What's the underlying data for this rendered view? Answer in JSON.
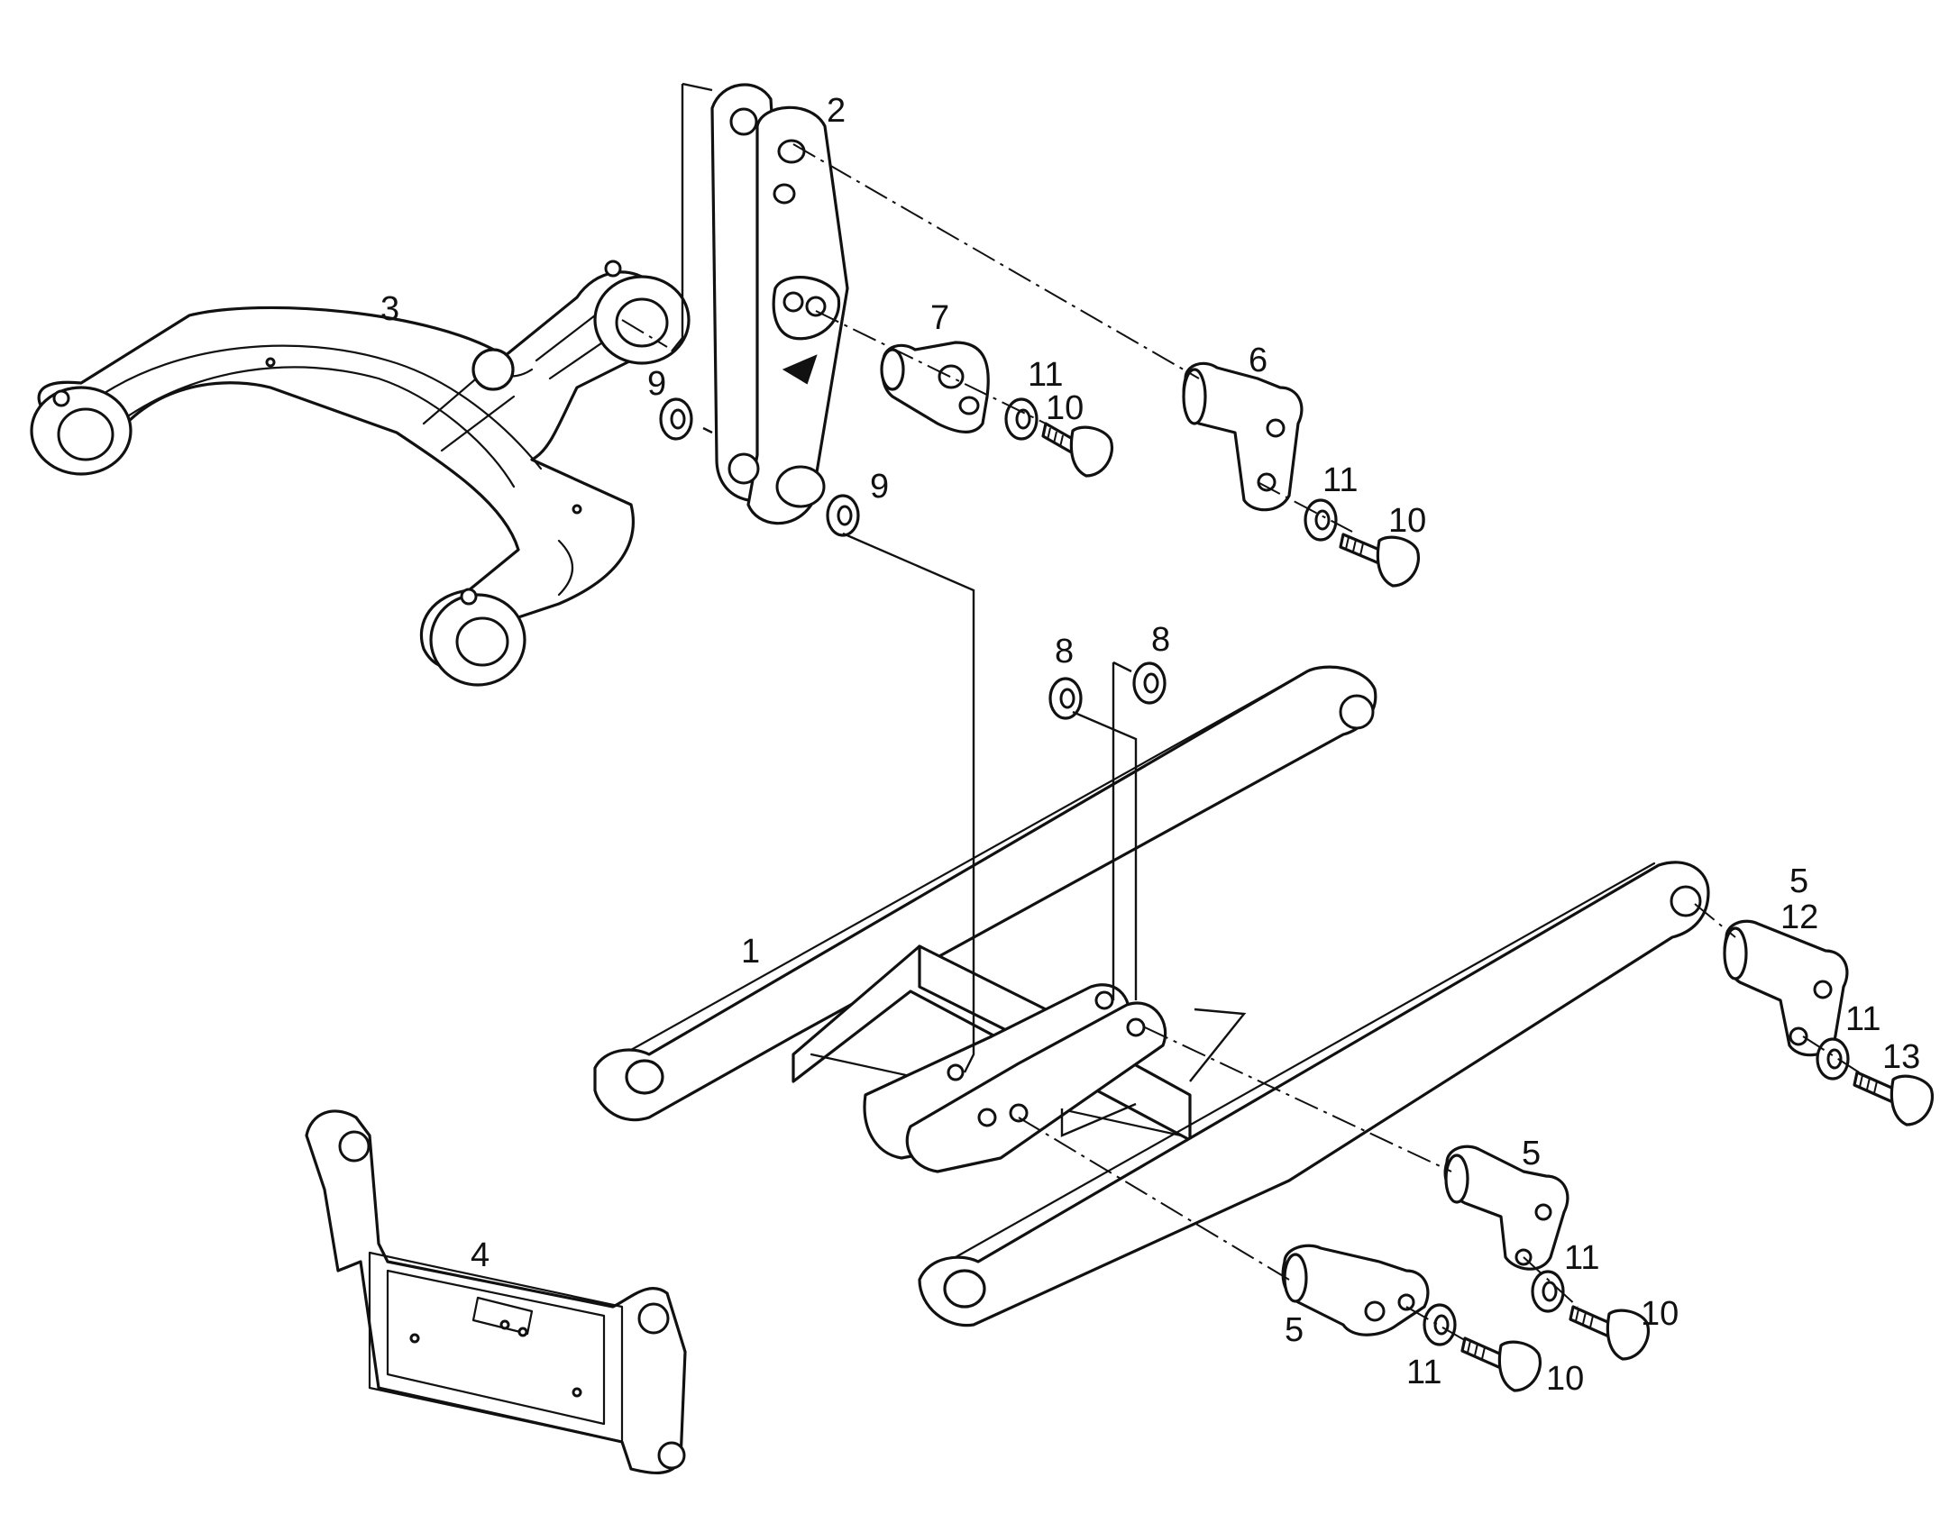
{
  "diagram": {
    "callouts": {
      "item_1": "1",
      "item_2": "2",
      "item_3": "3",
      "item_4": "4",
      "item_5_right_top": "5",
      "item_12": "12",
      "item_5_middle": "5",
      "item_5_bottom": "5",
      "item_6": "6",
      "item_7": "7",
      "item_8_left": "8",
      "item_8_right": "8",
      "item_9_upper": "9",
      "item_9_lower": "9",
      "item_10_top": "10",
      "item_10_mid": "10",
      "item_10_right": "10",
      "item_10_bottom": "10",
      "item_11_top": "11",
      "item_11_mid": "11",
      "item_11_right": "11",
      "item_11_lower_right": "11",
      "item_11_bottom": "11",
      "item_13": "13"
    }
  }
}
